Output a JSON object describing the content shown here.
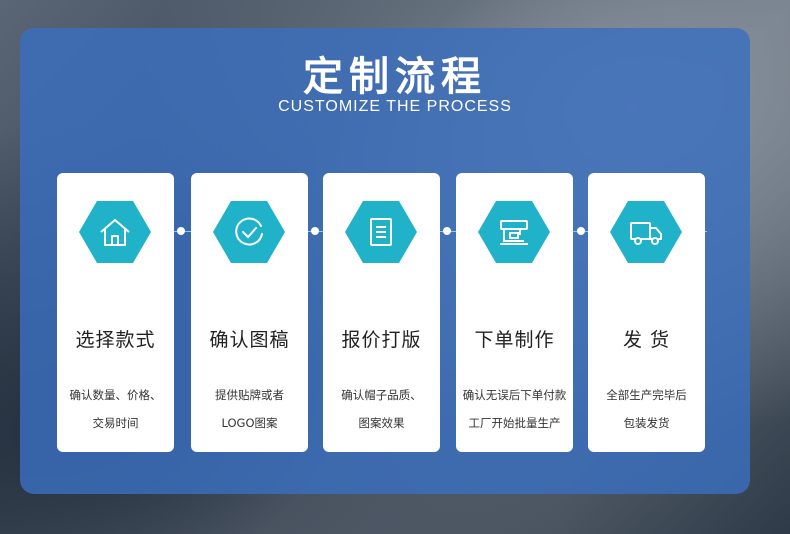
{
  "header": {
    "title": "定制流程",
    "subtitle": "CUSTOMIZE THE PROCESS"
  },
  "colors": {
    "panel": "#3a6ebe",
    "hexagon": "#1fb2c9",
    "connector": "#7fd3e6",
    "card": "#ffffff"
  },
  "steps": [
    {
      "icon": "house-icon",
      "title": "选择款式",
      "desc": [
        "确认数量、价格、",
        "交易时间"
      ]
    },
    {
      "icon": "check-circle-icon",
      "title": "确认图稿",
      "desc": [
        "提供贴牌或者",
        "LOGO图案"
      ]
    },
    {
      "icon": "document-icon",
      "title": "报价打版",
      "desc": [
        "确认帽子品质、",
        "图案效果"
      ]
    },
    {
      "icon": "sewing-machine-icon",
      "title": "下单制作",
      "desc": [
        "确认无误后下单付款",
        "工厂开始批量生产"
      ]
    },
    {
      "icon": "truck-icon",
      "title": "发 货",
      "desc": [
        "全部生产完毕后",
        "包装发货"
      ]
    }
  ]
}
